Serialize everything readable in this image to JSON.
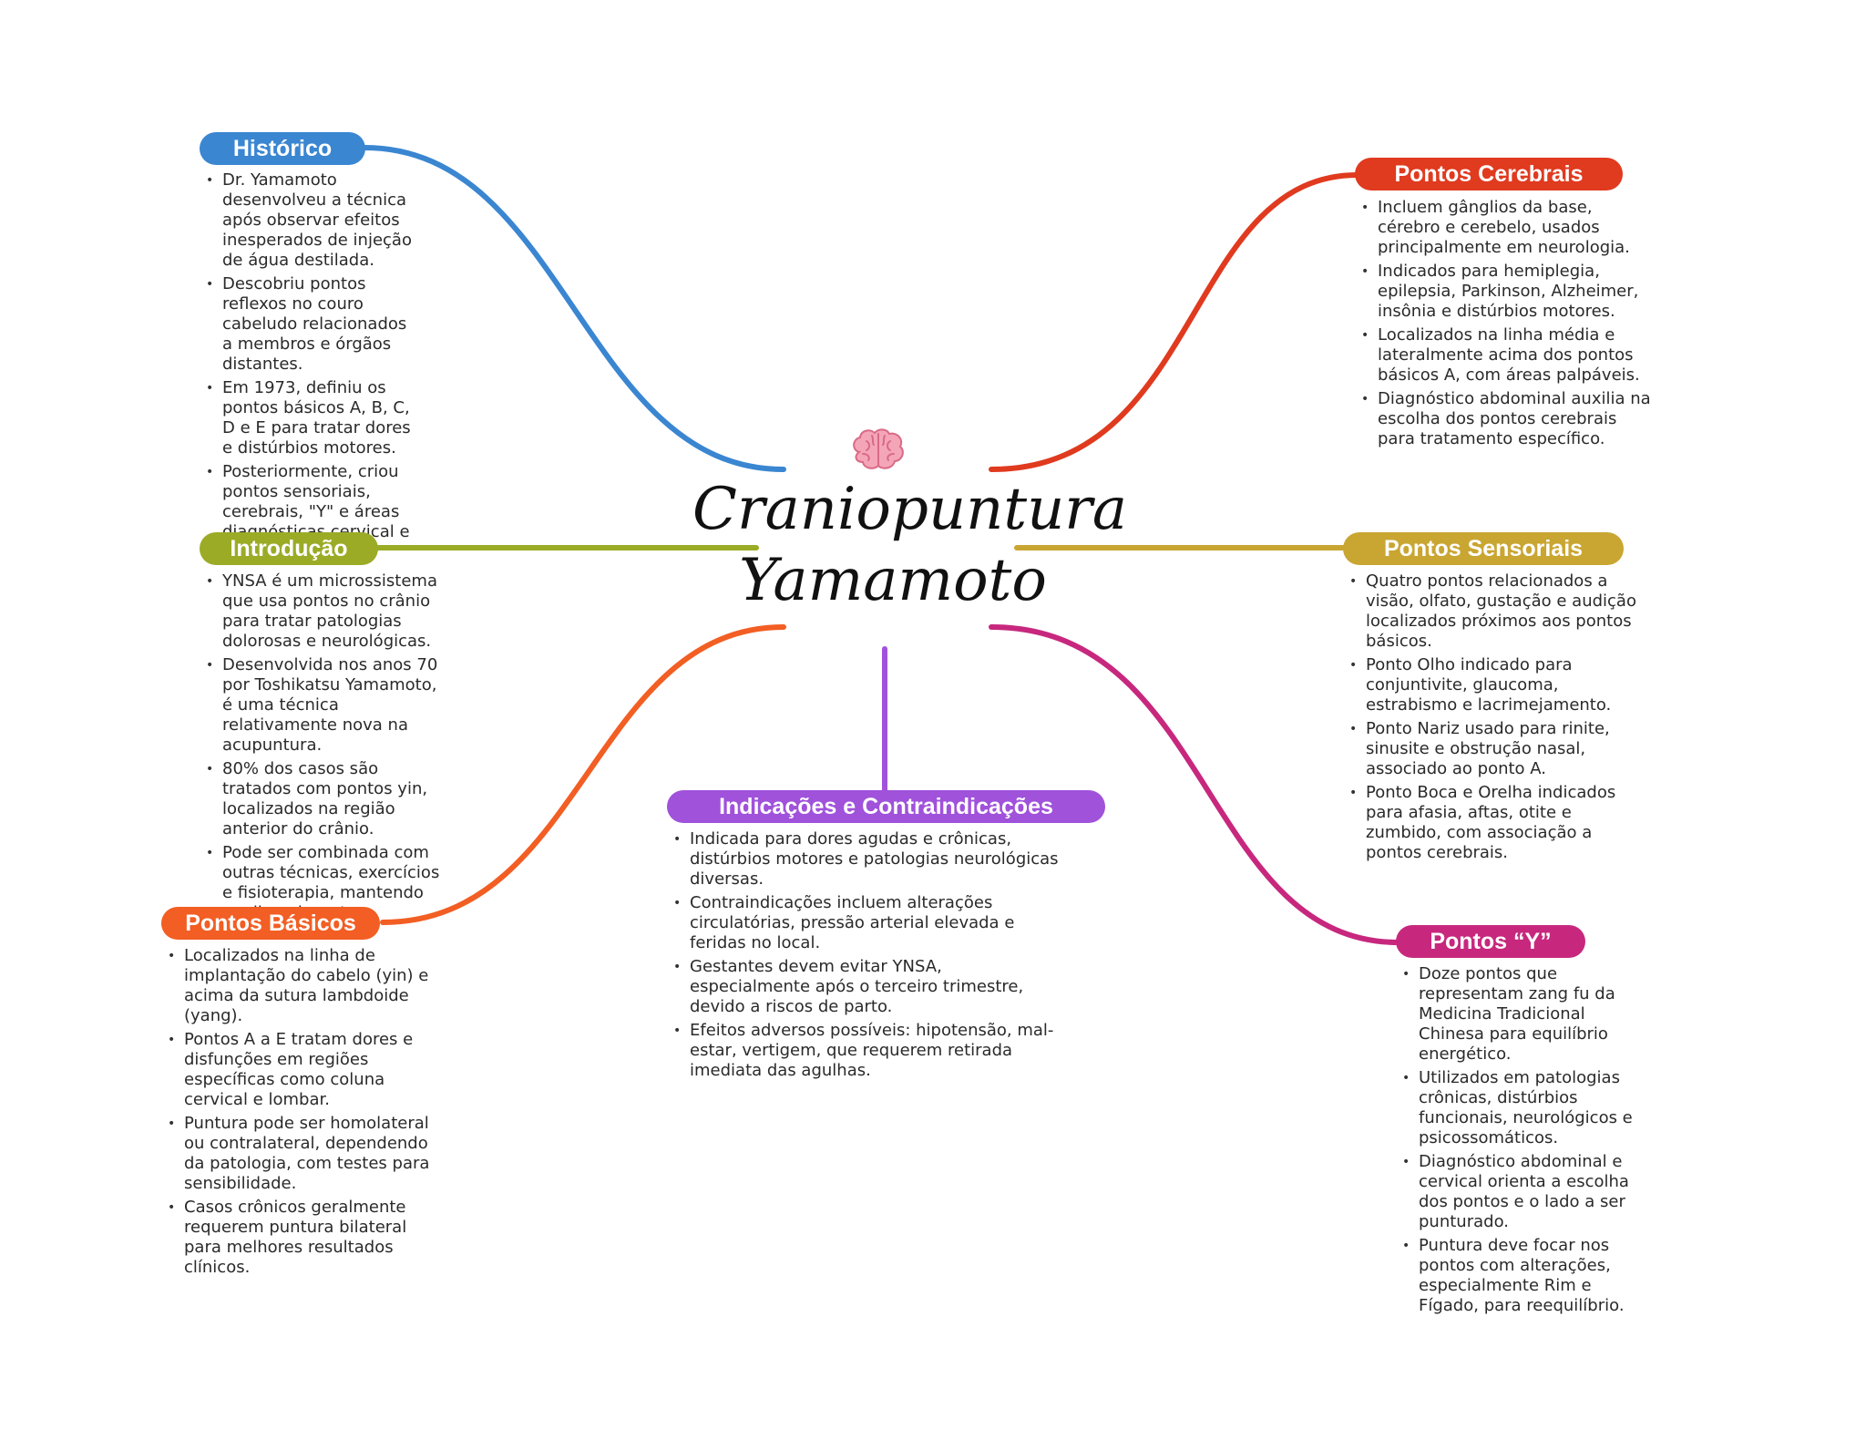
{
  "title": "Craniopuntura Yamamoto",
  "center_icon": "brain-icon",
  "colors": {
    "historico": "#3a86d1",
    "introducao": "#9bab26",
    "pontos_basicos": "#f25e23",
    "indicacoes": "#a052db",
    "pontos_cerebrais": "#e03a1f",
    "pontos_sensoriais": "#c9a632",
    "pontos_y": "#c7287e"
  },
  "branches": {
    "historico": {
      "label": "Histórico",
      "items": [
        "Dr. Yamamoto desenvolveu a técnica após observar efeitos inesperados de injeção de água destilada.",
        "Descobriu pontos reflexos no couro cabeludo relacionados a membros e órgãos distantes.",
        "Em 1973, definiu os pontos básicos A, B, C, D e E para tratar dores e distúrbios motores.",
        "Posteriormente, criou pontos sensoriais, cerebrais, \"Y\" e áreas diagnósticas cervical e abdominal."
      ]
    },
    "introducao": {
      "label": "Introdução",
      "items": [
        "YNSA é um microssistema que usa pontos no crânio para tratar patologias dolorosas e neurológicas.",
        "Desenvolvida nos anos 70 por Toshikatsu Yamamoto, é uma técnica relativamente nova na acupuntura.",
        "80% dos casos são tratados com pontos yin, localizados na região anterior do crânio.",
        "Pode ser combinada com outras técnicas, exercícios e fisioterapia, mantendo agulhas durante atividades."
      ]
    },
    "pontos_basicos": {
      "label": "Pontos Básicos",
      "items": [
        "Localizados na linha de implantação do cabelo (yin) e acima da sutura lambdoide (yang).",
        "Pontos A a E tratam dores e disfunções em regiões específicas como coluna cervical e lombar.",
        "Puntura pode ser homolateral ou contralateral, dependendo da patologia, com testes para sensibilidade.",
        "Casos crônicos geralmente requerem puntura bilateral para melhores resultados clínicos."
      ]
    },
    "indicacoes": {
      "label": "Indicações e Contraindicações",
      "items": [
        "Indicada para dores agudas e crônicas, distúrbios motores e patologias neurológicas diversas.",
        "Contraindicações incluem alterações circulatórias, pressão arterial elevada e feridas no local.",
        "Gestantes devem evitar YNSA, especialmente após o terceiro trimestre, devido a riscos de parto.",
        "Efeitos adversos possíveis: hipotensão, mal-estar, vertigem, que requerem retirada imediata das agulhas."
      ]
    },
    "pontos_cerebrais": {
      "label": "Pontos Cerebrais",
      "items": [
        "Incluem gânglios da base, cérebro e cerebelo, usados principalmente em neurologia.",
        "Indicados para hemiplegia, epilepsia, Parkinson, Alzheimer, insônia e distúrbios motores.",
        "Localizados na linha média e lateralmente acima dos pontos básicos A, com áreas palpáveis.",
        "Diagnóstico abdominal auxilia na escolha dos pontos cerebrais para tratamento específico."
      ]
    },
    "pontos_sensoriais": {
      "label": "Pontos Sensoriais",
      "items": [
        "Quatro pontos relacionados a visão, olfato, gustação e audição localizados próximos aos pontos básicos.",
        "Ponto Olho indicado para conjuntivite, glaucoma, estrabismo e lacrimejamento.",
        "Ponto Nariz usado para rinite, sinusite e obstrução nasal, associado ao ponto A.",
        "Ponto Boca e Orelha indicados para afasia, aftas, otite e zumbido, com associação a pontos cerebrais."
      ]
    },
    "pontos_y": {
      "label": "Pontos “Y”",
      "items": [
        "Doze pontos que representam zang fu da Medicina Tradicional Chinesa para equilíbrio energético.",
        "Utilizados em patologias crônicas, distúrbios funcionais, neurológicos e psicossomáticos.",
        "Diagnóstico abdominal e cervical orienta a escolha dos pontos e o lado a ser punturado.",
        "Puntura deve focar nos pontos com alterações, especialmente Rim e Fígado, para reequilíbrio."
      ]
    }
  }
}
